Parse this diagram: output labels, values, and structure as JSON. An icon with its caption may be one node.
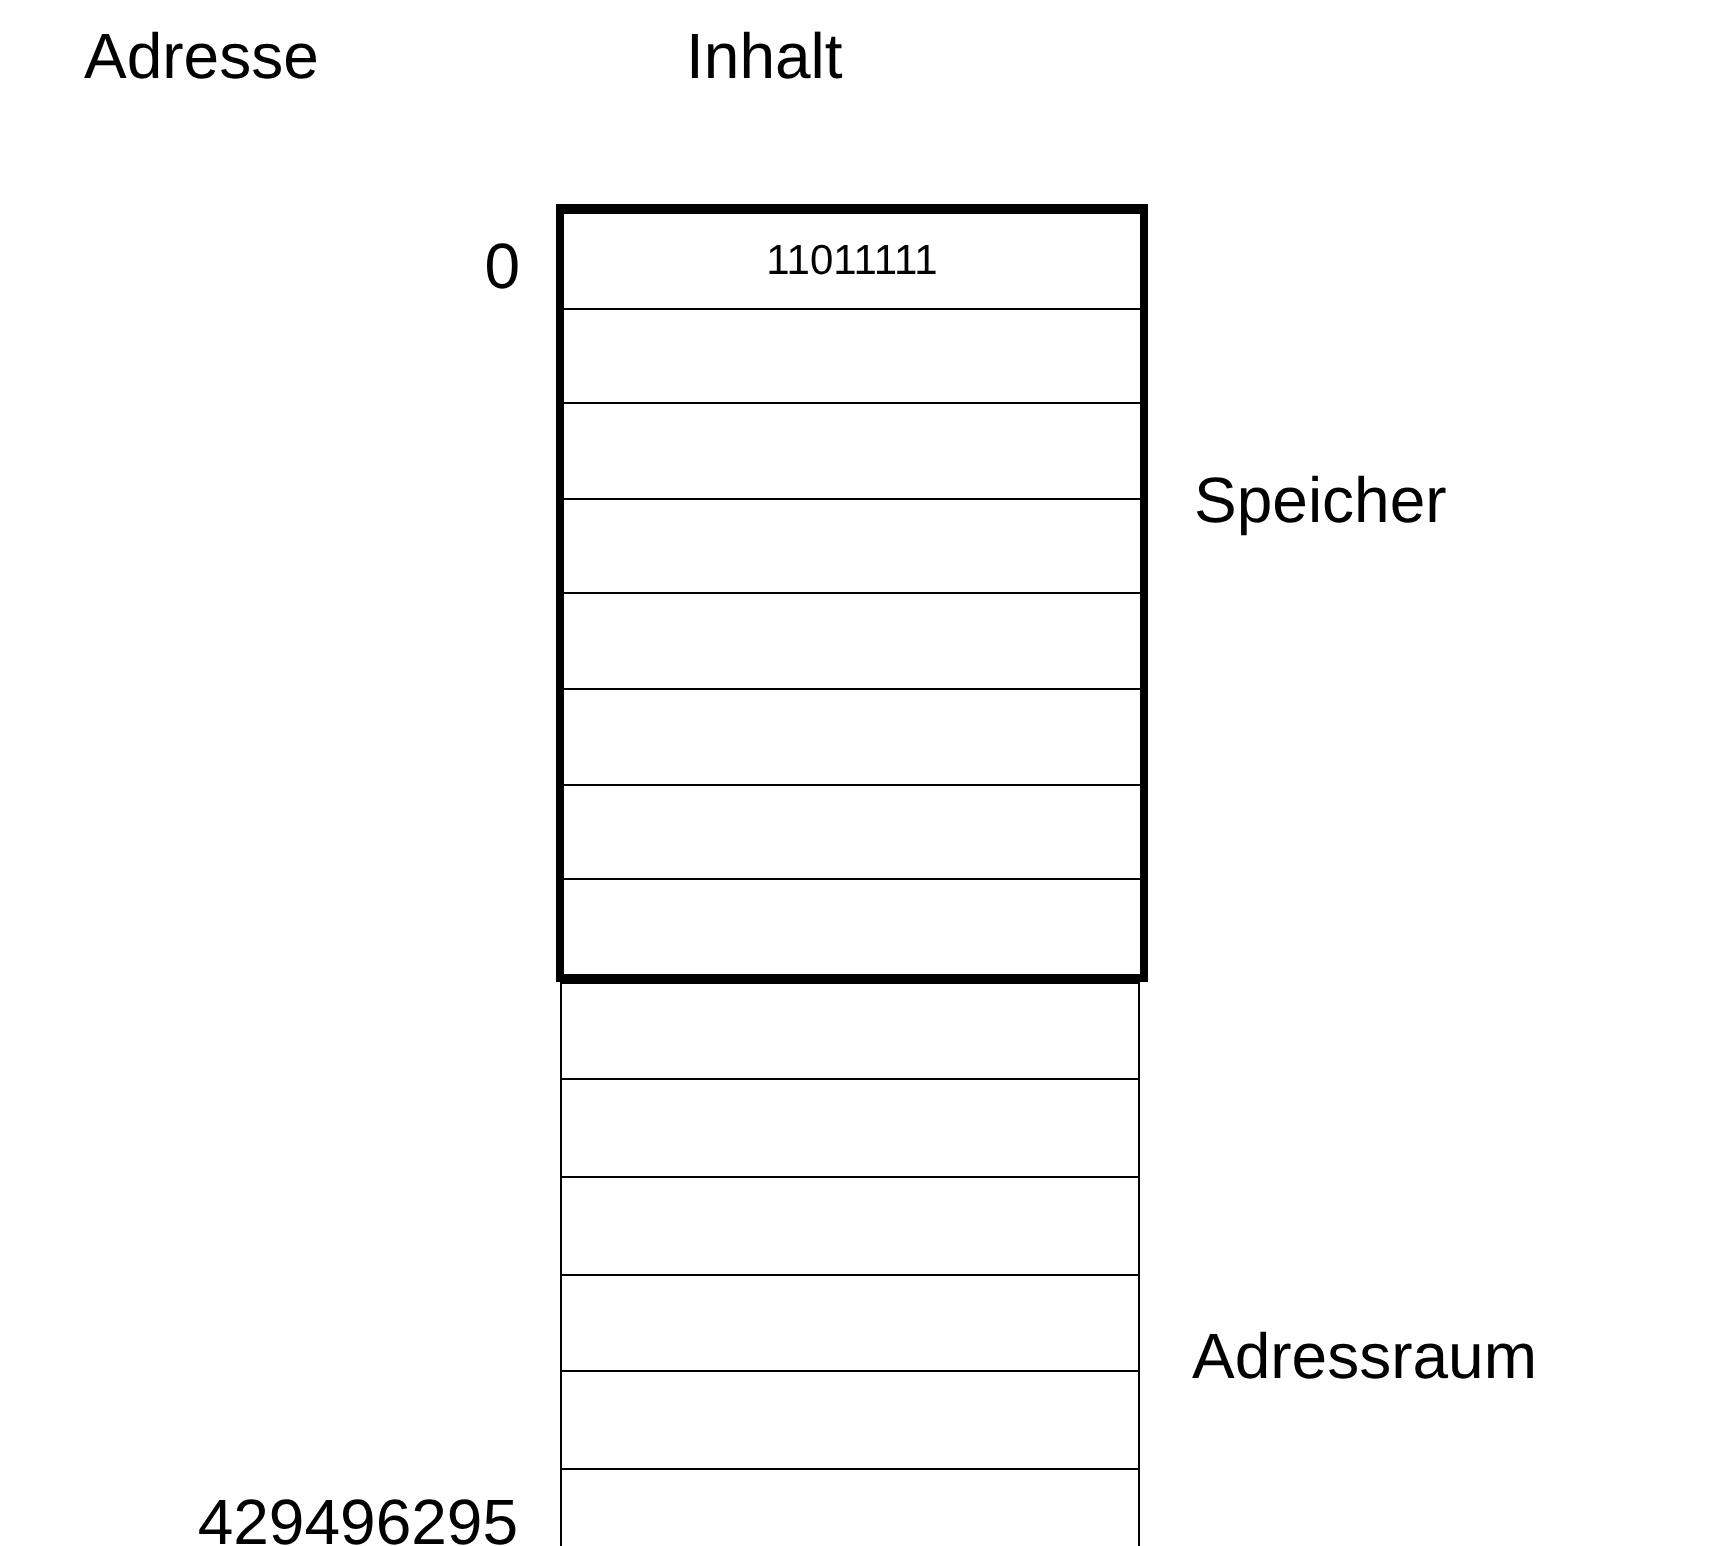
{
  "diagram": {
    "nodes": [
      {
        "text": [],
        "shape": "box",
        "beside": [
          "Adressraum"
        ]
      },
      {
        "text": [],
        "shape": "box",
        "in": 0,
        "beside": [
          "Speicher"
        ]
      },
      {
        "text": [
          "11011111"
        ],
        "in": 1,
        "beside": [
          "0"
        ]
      },
      {
        "text": [],
        "shape": "box",
        "in": 1
      },
      {
        "text": [],
        "shape": "box",
        "in": 1
      },
      {
        "text": [],
        "shape": "box",
        "in": 1
      },
      {
        "text": [],
        "shape": "box",
        "in": 1
      },
      {
        "text": [],
        "shape": "box",
        "in": 1
      },
      {
        "text": [],
        "shape": "box",
        "in": 1
      },
      {
        "text": [],
        "shape": "box",
        "in": 1
      },
      {
        "text": [],
        "shape": "box",
        "in": 0
      },
      {
        "text": [],
        "shape": "box",
        "in": 0
      },
      {
        "text": [],
        "shape": "box",
        "in": 0
      },
      {
        "text": [],
        "shape": "box",
        "in": 0
      },
      {
        "text": [],
        "shape": "box",
        "in": 0
      },
      {
        "text": [],
        "shape": "box",
        "in": 0,
        "beside": [
          "429496295"
        ]
      }
    ],
    "labels": [
      "Adresse",
      "Inhalt"
    ]
  }
}
